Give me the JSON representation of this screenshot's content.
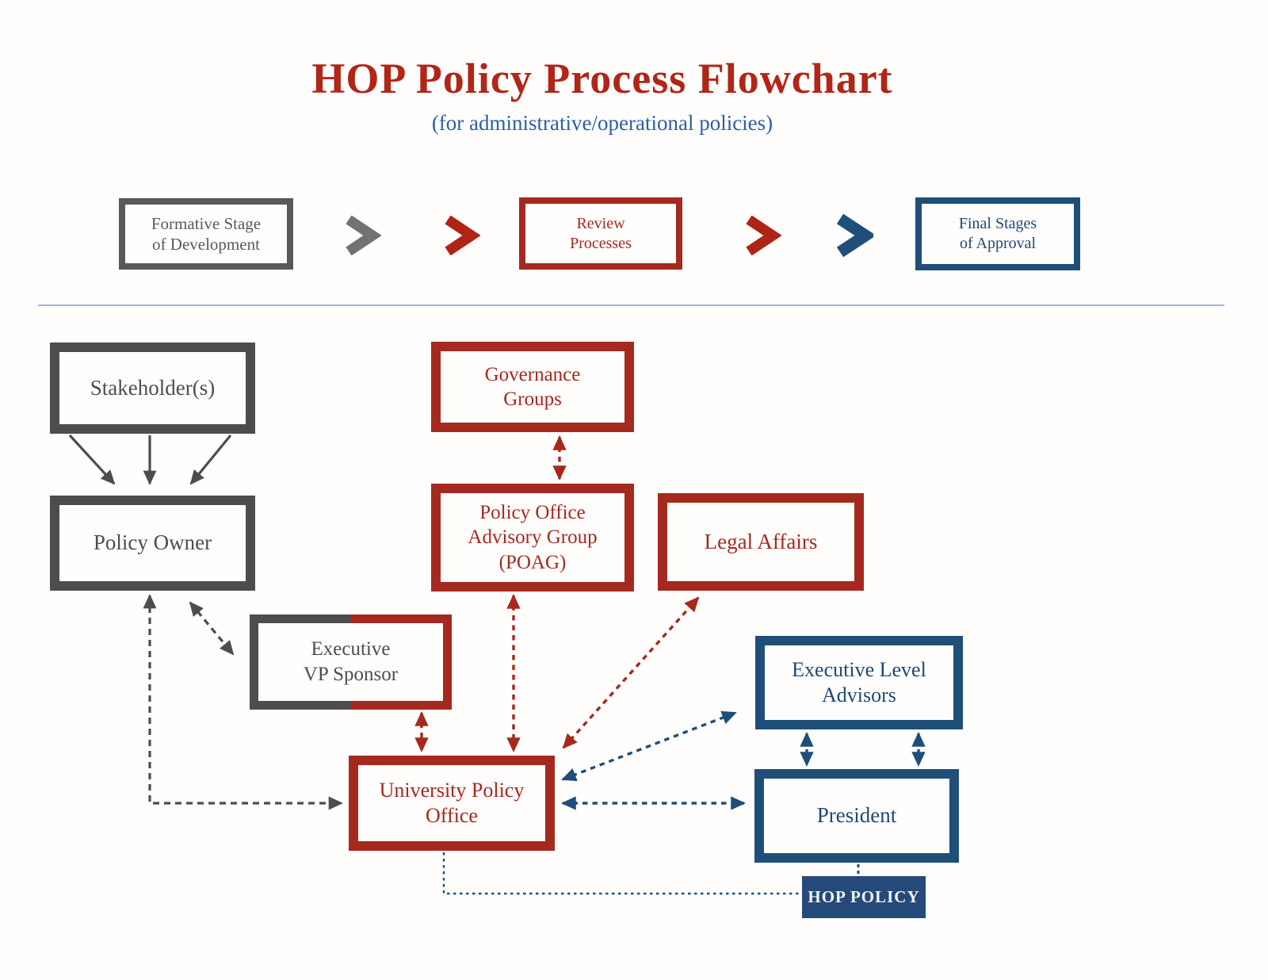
{
  "title": "HOP Policy Process Flowchart",
  "subtitle": "(for administrative/operational policies)",
  "colors": {
    "red": "#A5291E",
    "blue": "#1F4E79",
    "gray": "#4D4D4F",
    "divider": "#A9B2D2"
  },
  "stages": {
    "formative": {
      "label": "Formative Stage\nof Development",
      "color": "gray"
    },
    "review": {
      "label": "Review\nProcesses",
      "color": "red"
    },
    "final": {
      "label": "Final Stages\nof Approval",
      "color": "blue"
    }
  },
  "icons": {
    "chevron1": "chevron-right-gray",
    "chevron2": "chevron-right-red",
    "chevron3": "chevron-right-red",
    "chevron4": "chevron-right-blue"
  },
  "nodes": {
    "stakeholders": {
      "label": "Stakeholder(s)"
    },
    "policy_owner": {
      "label": "Policy Owner"
    },
    "governance": {
      "label": "Governance\nGroups"
    },
    "poag": {
      "label": "Policy Office\nAdvisory Group\n(POAG)"
    },
    "legal": {
      "label": "Legal Affairs"
    },
    "evp": {
      "label": "Executive\nVP Sponsor"
    },
    "upo": {
      "label": "University Policy\nOffice"
    },
    "ela": {
      "label": "Executive Level\nAdvisors"
    },
    "president": {
      "label": "President"
    },
    "hop": {
      "label": "HOP POLICY"
    }
  }
}
